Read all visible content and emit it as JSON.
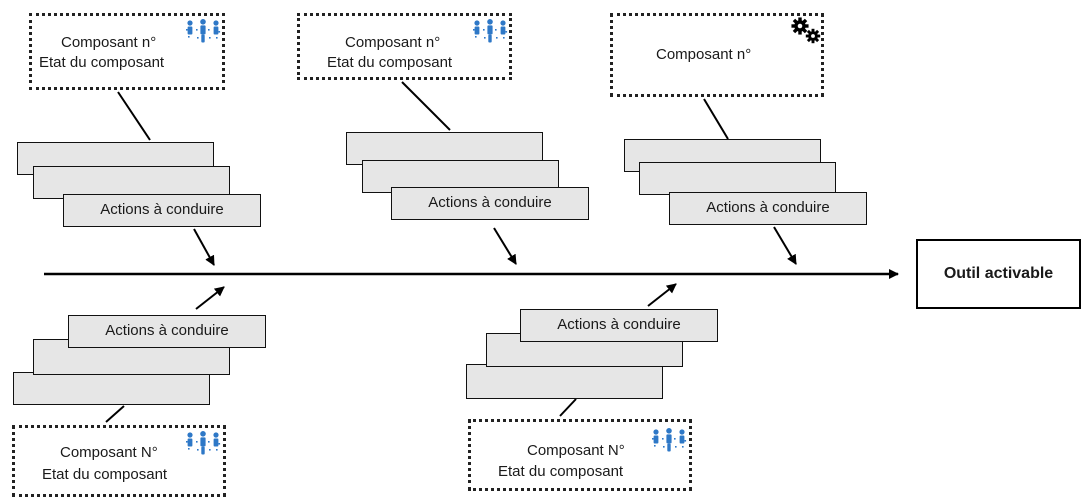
{
  "target": {
    "label": "Outil activable"
  },
  "action_label": "Actions à conduire",
  "components": [
    {
      "line1": "Composant n°",
      "line2": "Etat du composant",
      "icon": "people-network-icon",
      "icon_color": "#2e78c7"
    },
    {
      "line1": "Composant n°",
      "line2": "Etat du composant",
      "icon": "people-network-icon",
      "icon_color": "#2e78c7"
    },
    {
      "line1": "Composant n°",
      "line2": "",
      "icon": "gears-icon",
      "icon_color": "#000000"
    },
    {
      "line1": "Composant N°",
      "line2": "Etat du composant",
      "icon": "people-network-icon",
      "icon_color": "#2e78c7"
    },
    {
      "line1": "Composant N°",
      "line2": "Etat du composant",
      "icon": "people-network-icon",
      "icon_color": "#2e78c7"
    }
  ],
  "colors": {
    "card_fill": "#e6e6e6",
    "line": "#000000",
    "icon_blue": "#2e78c7"
  }
}
